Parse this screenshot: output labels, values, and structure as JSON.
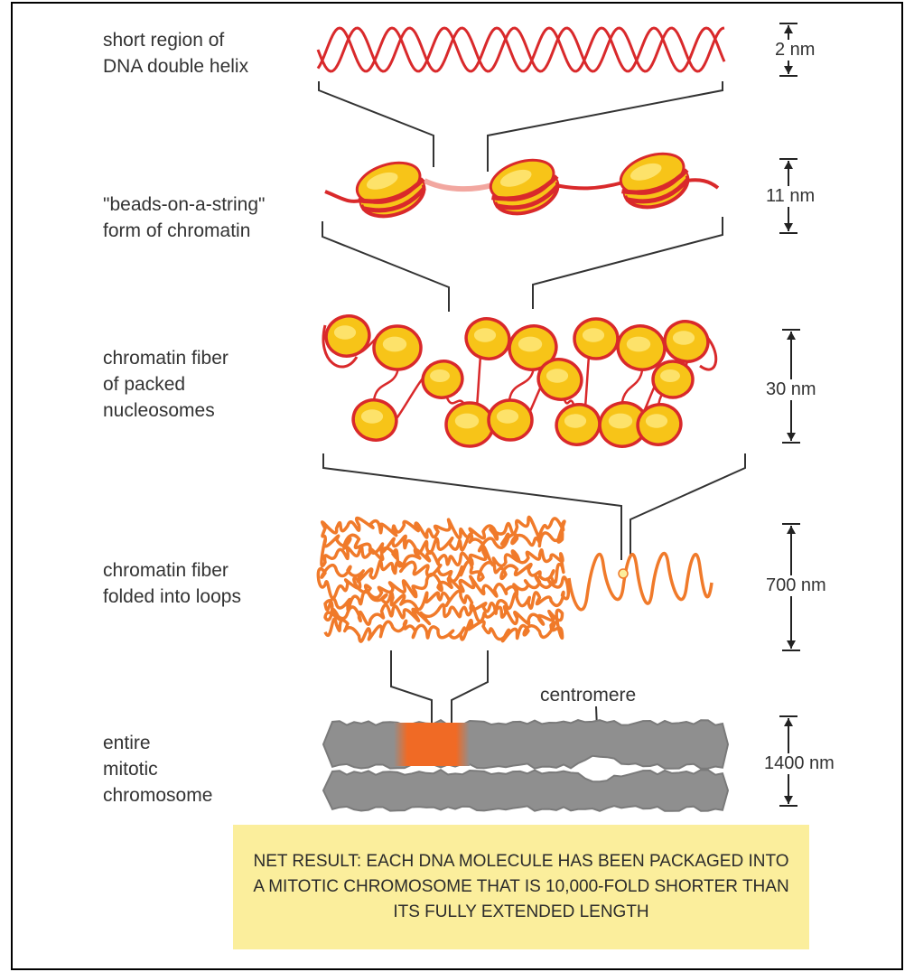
{
  "stages": [
    {
      "label": "short region of\nDNA double helix",
      "size": "2 nm"
    },
    {
      "label": "\"beads-on-a-string\"\nform of chromatin",
      "size": "11 nm"
    },
    {
      "label": "chromatin fiber\nof packed\nnucleosomes",
      "size": "30 nm"
    },
    {
      "label": "chromatin fiber\nfolded into loops",
      "size": "700 nm"
    },
    {
      "label": "entire\nmitotic\nchromosome",
      "size": "1400 nm"
    }
  ],
  "centromere_label": "centromere",
  "net_result": "NET RESULT: EACH DNA MOLECULE HAS BEEN PACKAGED INTO A MITOTIC CHROMOSOME THAT IS 10,000-FOLD SHORTER THAN ITS FULLY EXTENDED LENGTH",
  "colors": {
    "dna_red": "#d9292b",
    "nucleosome_yellow": "#f7c418",
    "nucleosome_highlight": "#fde26a",
    "loop_orange": "#f07a2a",
    "chromosome_gray": "#8f8f8f",
    "highlight_band": "#f06a25",
    "net_result_bg": "#fbee9c"
  }
}
